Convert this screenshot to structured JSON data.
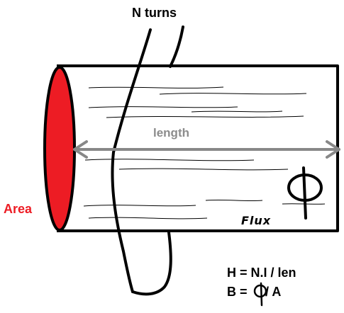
{
  "labels": {
    "turns": "N turns",
    "length": "length",
    "area": "Area",
    "flux": "Flux",
    "eq_h": "H = N.I / len",
    "eq_b_left": "B =",
    "eq_b_right": "/ A"
  },
  "colors": {
    "outline": "#000000",
    "area_fill": "#ed1c24",
    "area_label": "#ed1c24",
    "arrow": "#888888",
    "length_label": "#8c8c8c"
  },
  "icons": {
    "flux_symbol": "phi-symbol",
    "formula_flux_symbol": "phi-symbol"
  }
}
